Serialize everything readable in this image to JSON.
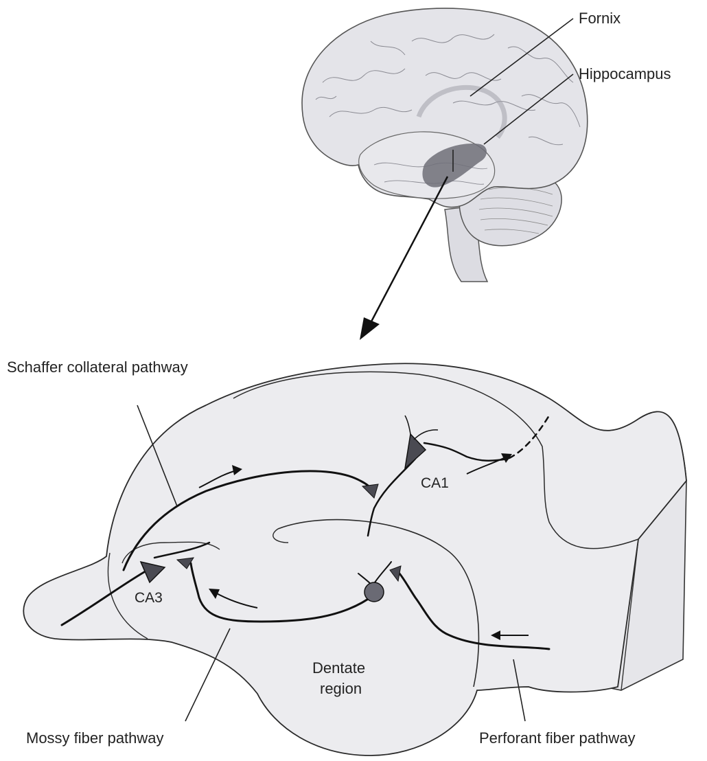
{
  "labels": {
    "fornix": "Fornix",
    "hippocampus": "Hippocampus",
    "schaffer": "Schaffer collateral pathway",
    "ca1": "CA1",
    "ca3": "CA3",
    "dentate_line1": "Dentate",
    "dentate_line2": "region",
    "mossy": "Mossy fiber pathway",
    "perforant": "Perforant fiber pathway"
  },
  "colors": {
    "tissue_fill": "#ececef",
    "brain_fill": "#e2e2e7",
    "hippocampus_shade": "#6e6e78",
    "outline": "#2a2a2a",
    "neuron": "#555560"
  }
}
